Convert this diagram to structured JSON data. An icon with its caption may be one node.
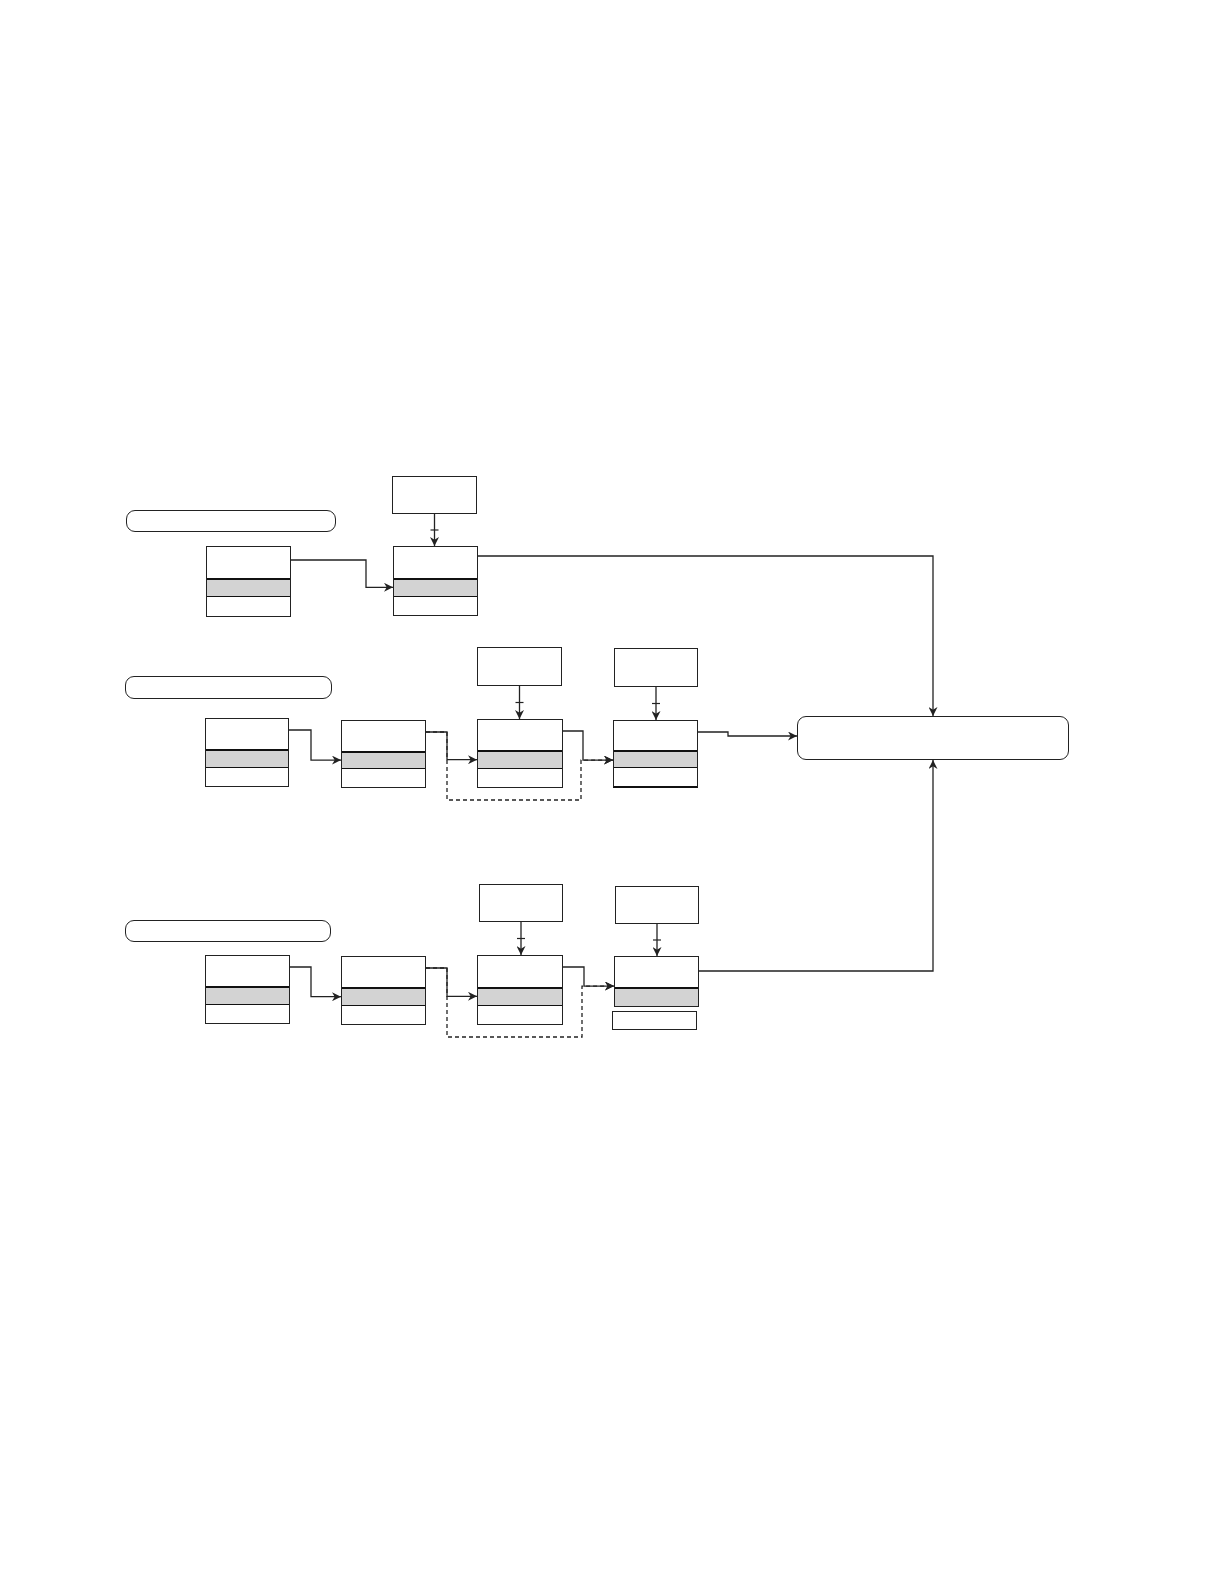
{
  "diagram": {
    "nodes": [
      {
        "text": [],
        "shape": "box"
      },
      {
        "text": [],
        "shape": "box"
      },
      {
        "text": [],
        "shape": "box"
      },
      {
        "text": [],
        "shape": "box"
      },
      {
        "text": [],
        "shape": "box"
      },
      {
        "text": [],
        "shape": "box"
      },
      {
        "text": [],
        "shape": "box"
      },
      {
        "text": [],
        "shape": "box"
      },
      {
        "text": [],
        "shape": "box"
      },
      {
        "text": [],
        "shape": "box"
      },
      {
        "text": [],
        "shape": "box"
      },
      {
        "text": [],
        "shape": "box"
      },
      {
        "text": [],
        "shape": "box"
      },
      {
        "text": [],
        "shape": "box"
      },
      {
        "text": [],
        "shape": "box"
      },
      {
        "text": [],
        "shape": "box"
      },
      {
        "text": [],
        "shape": "box"
      },
      {
        "text": [],
        "shape": "box"
      },
      {
        "text": [],
        "shape": "box"
      },
      {
        "text": [],
        "shape": "box"
      }
    ],
    "edges": [
      {
        "from": 1,
        "to": 3,
        "arrow": "to"
      },
      {
        "from": 2,
        "to": 3,
        "arrow": "to"
      },
      {
        "from": 3,
        "to": 11,
        "arrow": "to"
      },
      {
        "from": 4,
        "to": 9,
        "arrow": "to"
      },
      {
        "from": 5,
        "to": 10,
        "arrow": "to"
      },
      {
        "from": 7,
        "to": 8,
        "arrow": "to"
      },
      {
        "from": 8,
        "to": 9,
        "arrow": "to"
      },
      {
        "from": 9,
        "to": 10,
        "arrow": "to"
      },
      {
        "from": 8,
        "to": 10,
        "arrow": "to",
        "style": "dashed"
      },
      {
        "from": 10,
        "to": 11,
        "arrow": "to"
      },
      {
        "from": 12,
        "to": 17,
        "arrow": "to"
      },
      {
        "from": 13,
        "to": 18,
        "arrow": "to"
      },
      {
        "from": 15,
        "to": 16,
        "arrow": "to"
      },
      {
        "from": 16,
        "to": 17,
        "arrow": "to"
      },
      {
        "from": 17,
        "to": 18,
        "arrow": "to"
      },
      {
        "from": 16,
        "to": 18,
        "arrow": "to",
        "style": "dashed"
      },
      {
        "from": 18,
        "to": 11,
        "arrow": "to"
      }
    ]
  }
}
